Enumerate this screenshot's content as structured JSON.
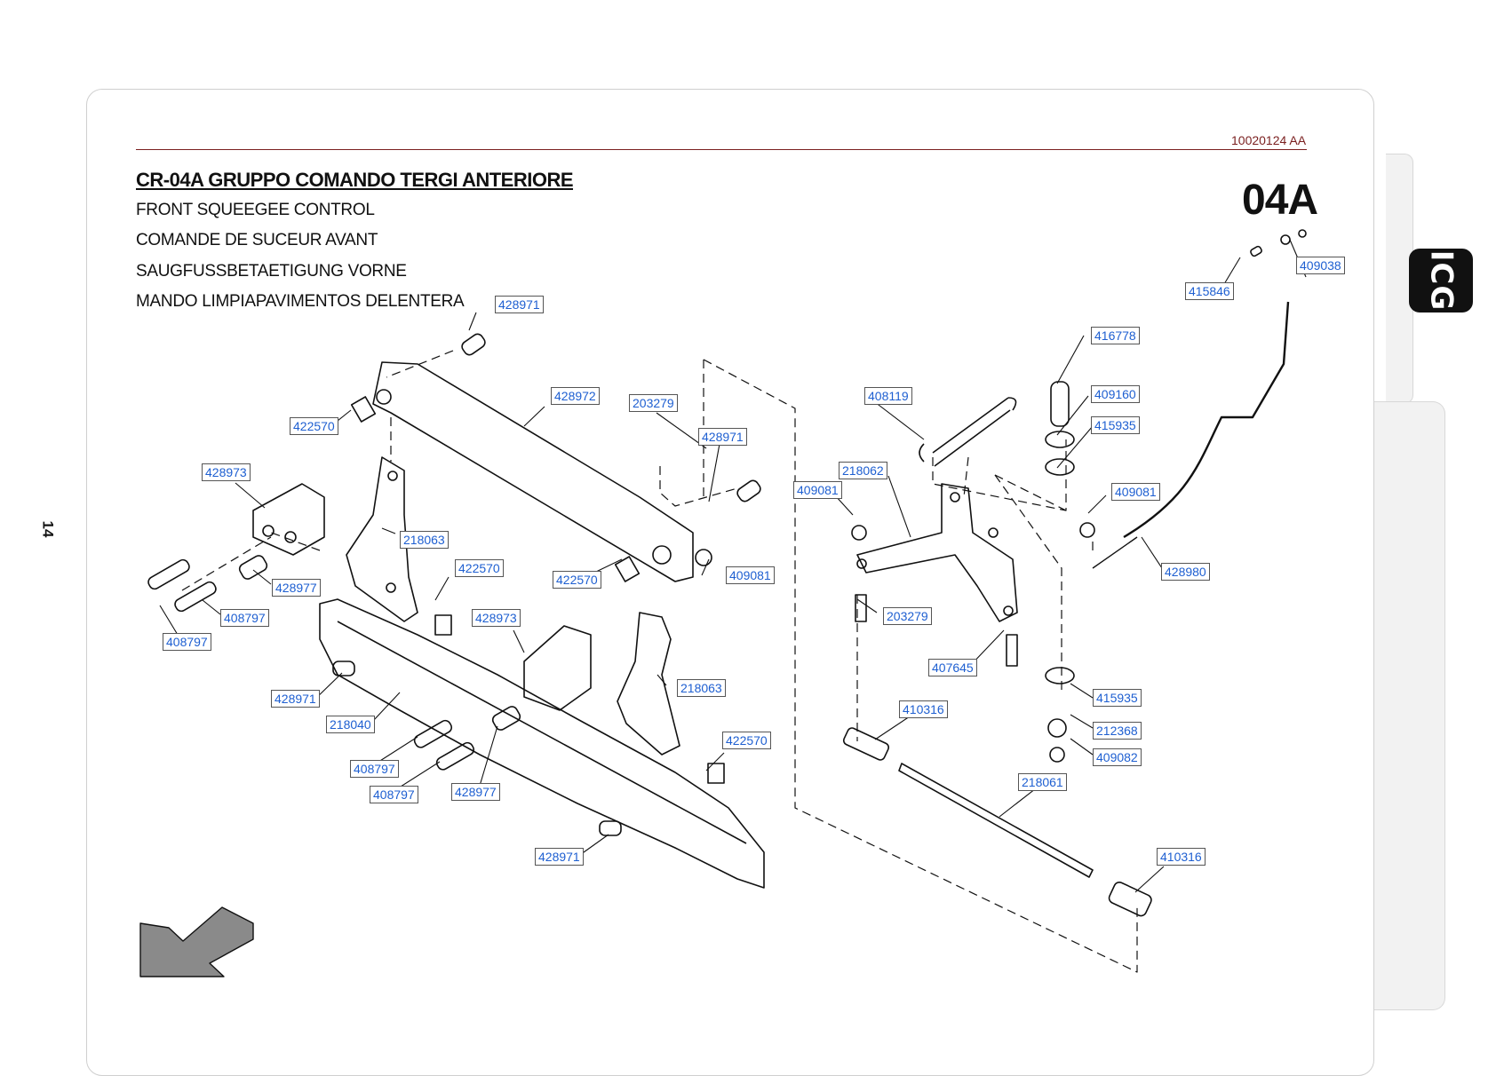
{
  "page": {
    "page_number": "14",
    "doc_code": "10020124 AA",
    "brand": "ICG",
    "section_code": "04A"
  },
  "header": {
    "title": "CR-04A GRUPPO COMANDO TERGI ANTERIORE",
    "subtitles": [
      "FRONT SQUEEGEE CONTROL",
      "COMANDE DE SUCEUR AVANT",
      "SAUGFUSSBETAETIGUNG VORNE",
      "MANDO LIMPIAPAVIMENTOS DELENTERA"
    ]
  },
  "part_labels": [
    "428971",
    "422570",
    "428972",
    "203279",
    "428971",
    "428973",
    "218063",
    "428977",
    "408797",
    "408797",
    "422570",
    "422570",
    "409081",
    "428973",
    "428971",
    "218040",
    "218063",
    "408797",
    "408797",
    "428977",
    "422570",
    "428971",
    "416778",
    "408119",
    "409160",
    "415935",
    "218062",
    "409081",
    "409081",
    "428980",
    "203279",
    "407645",
    "415935",
    "410316",
    "212368",
    "409082",
    "218061",
    "410316",
    "415846",
    "409038"
  ],
  "colors": {
    "label_text": "#1e5fd1",
    "doc_code": "#7a1f1f",
    "tab_background": "#111111"
  }
}
